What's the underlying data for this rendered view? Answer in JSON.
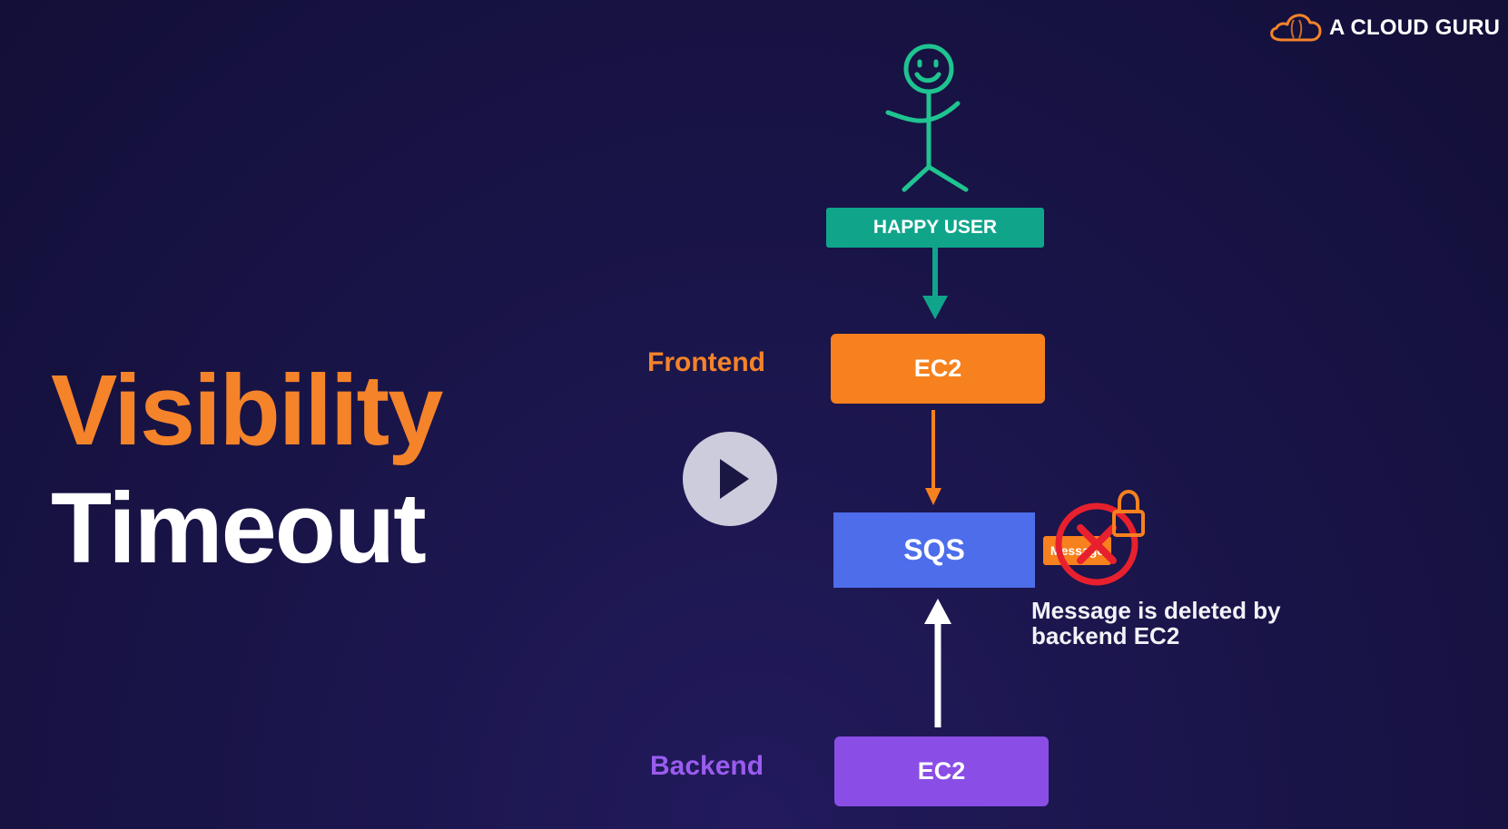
{
  "brand": {
    "logo_text": "A CLOUD GURU",
    "logo_icon": "cloud-icon",
    "accent": "#f4832a"
  },
  "title": {
    "line1": "Visibility",
    "line2": "Timeout"
  },
  "player": {
    "play_icon": "play-icon"
  },
  "diagram": {
    "user_icon": "stick-figure-icon",
    "user_label": "HAPPY USER",
    "frontend_label": "Frontend",
    "frontend_box": "EC2",
    "queue_box": "SQS",
    "backend_label": "Backend",
    "backend_box": "EC2",
    "message_chip": "Message",
    "deny_icon": "red-x-circle-icon",
    "lock_icon": "padlock-icon",
    "note": "Message is deleted by backend EC2",
    "colors": {
      "user": "#10a58b",
      "frontend": "#f7811e",
      "queue": "#4d6dea",
      "backend": "#8a4ee6",
      "deny": "#e8202e"
    }
  }
}
